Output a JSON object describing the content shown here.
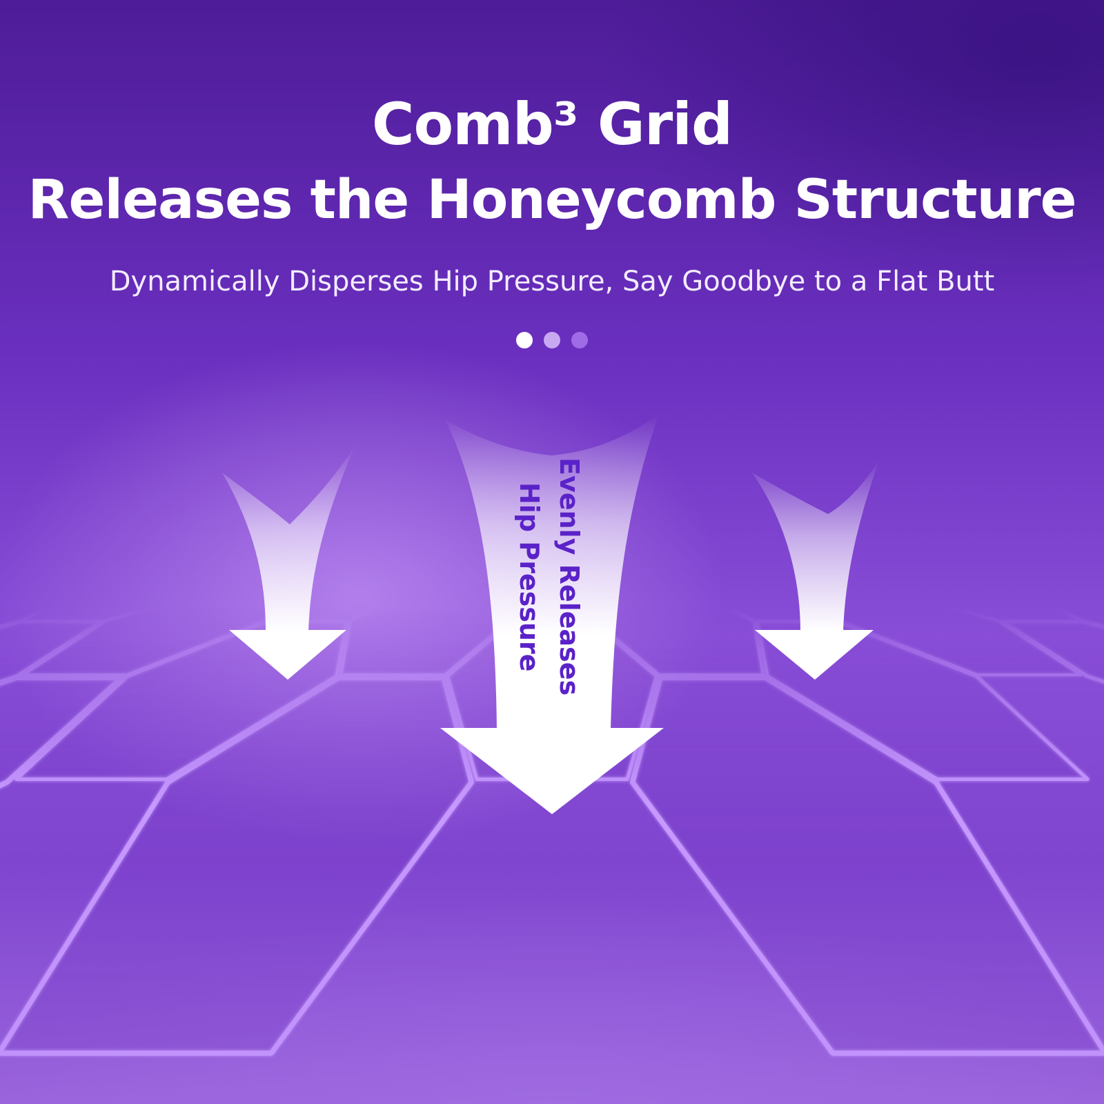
{
  "header": {
    "title_line1": "Comb³ Grid",
    "title_line2": "Releases the Honeycomb Structure",
    "subtitle": "Dynamically Disperses Hip Pressure, Say Goodbye to a Flat Butt"
  },
  "carousel": {
    "dots": [
      {
        "state": "active",
        "color": "#ffffff"
      },
      {
        "state": "inactive",
        "color": "#c9a8f2"
      },
      {
        "state": "inactive",
        "color": "#a06ce6"
      }
    ]
  },
  "callout": {
    "line1": "Evenly Releases",
    "line2": "Hip Pressure",
    "text_color": "#5a22c8"
  },
  "colors": {
    "background_top": "#4e1c98",
    "background_bottom": "#9a64dc",
    "honeycomb_line": "#c79aff",
    "arrow": "#ffffff"
  },
  "icons": [
    "down-arrow-icon",
    "down-arrow-icon",
    "down-arrow-icon"
  ]
}
